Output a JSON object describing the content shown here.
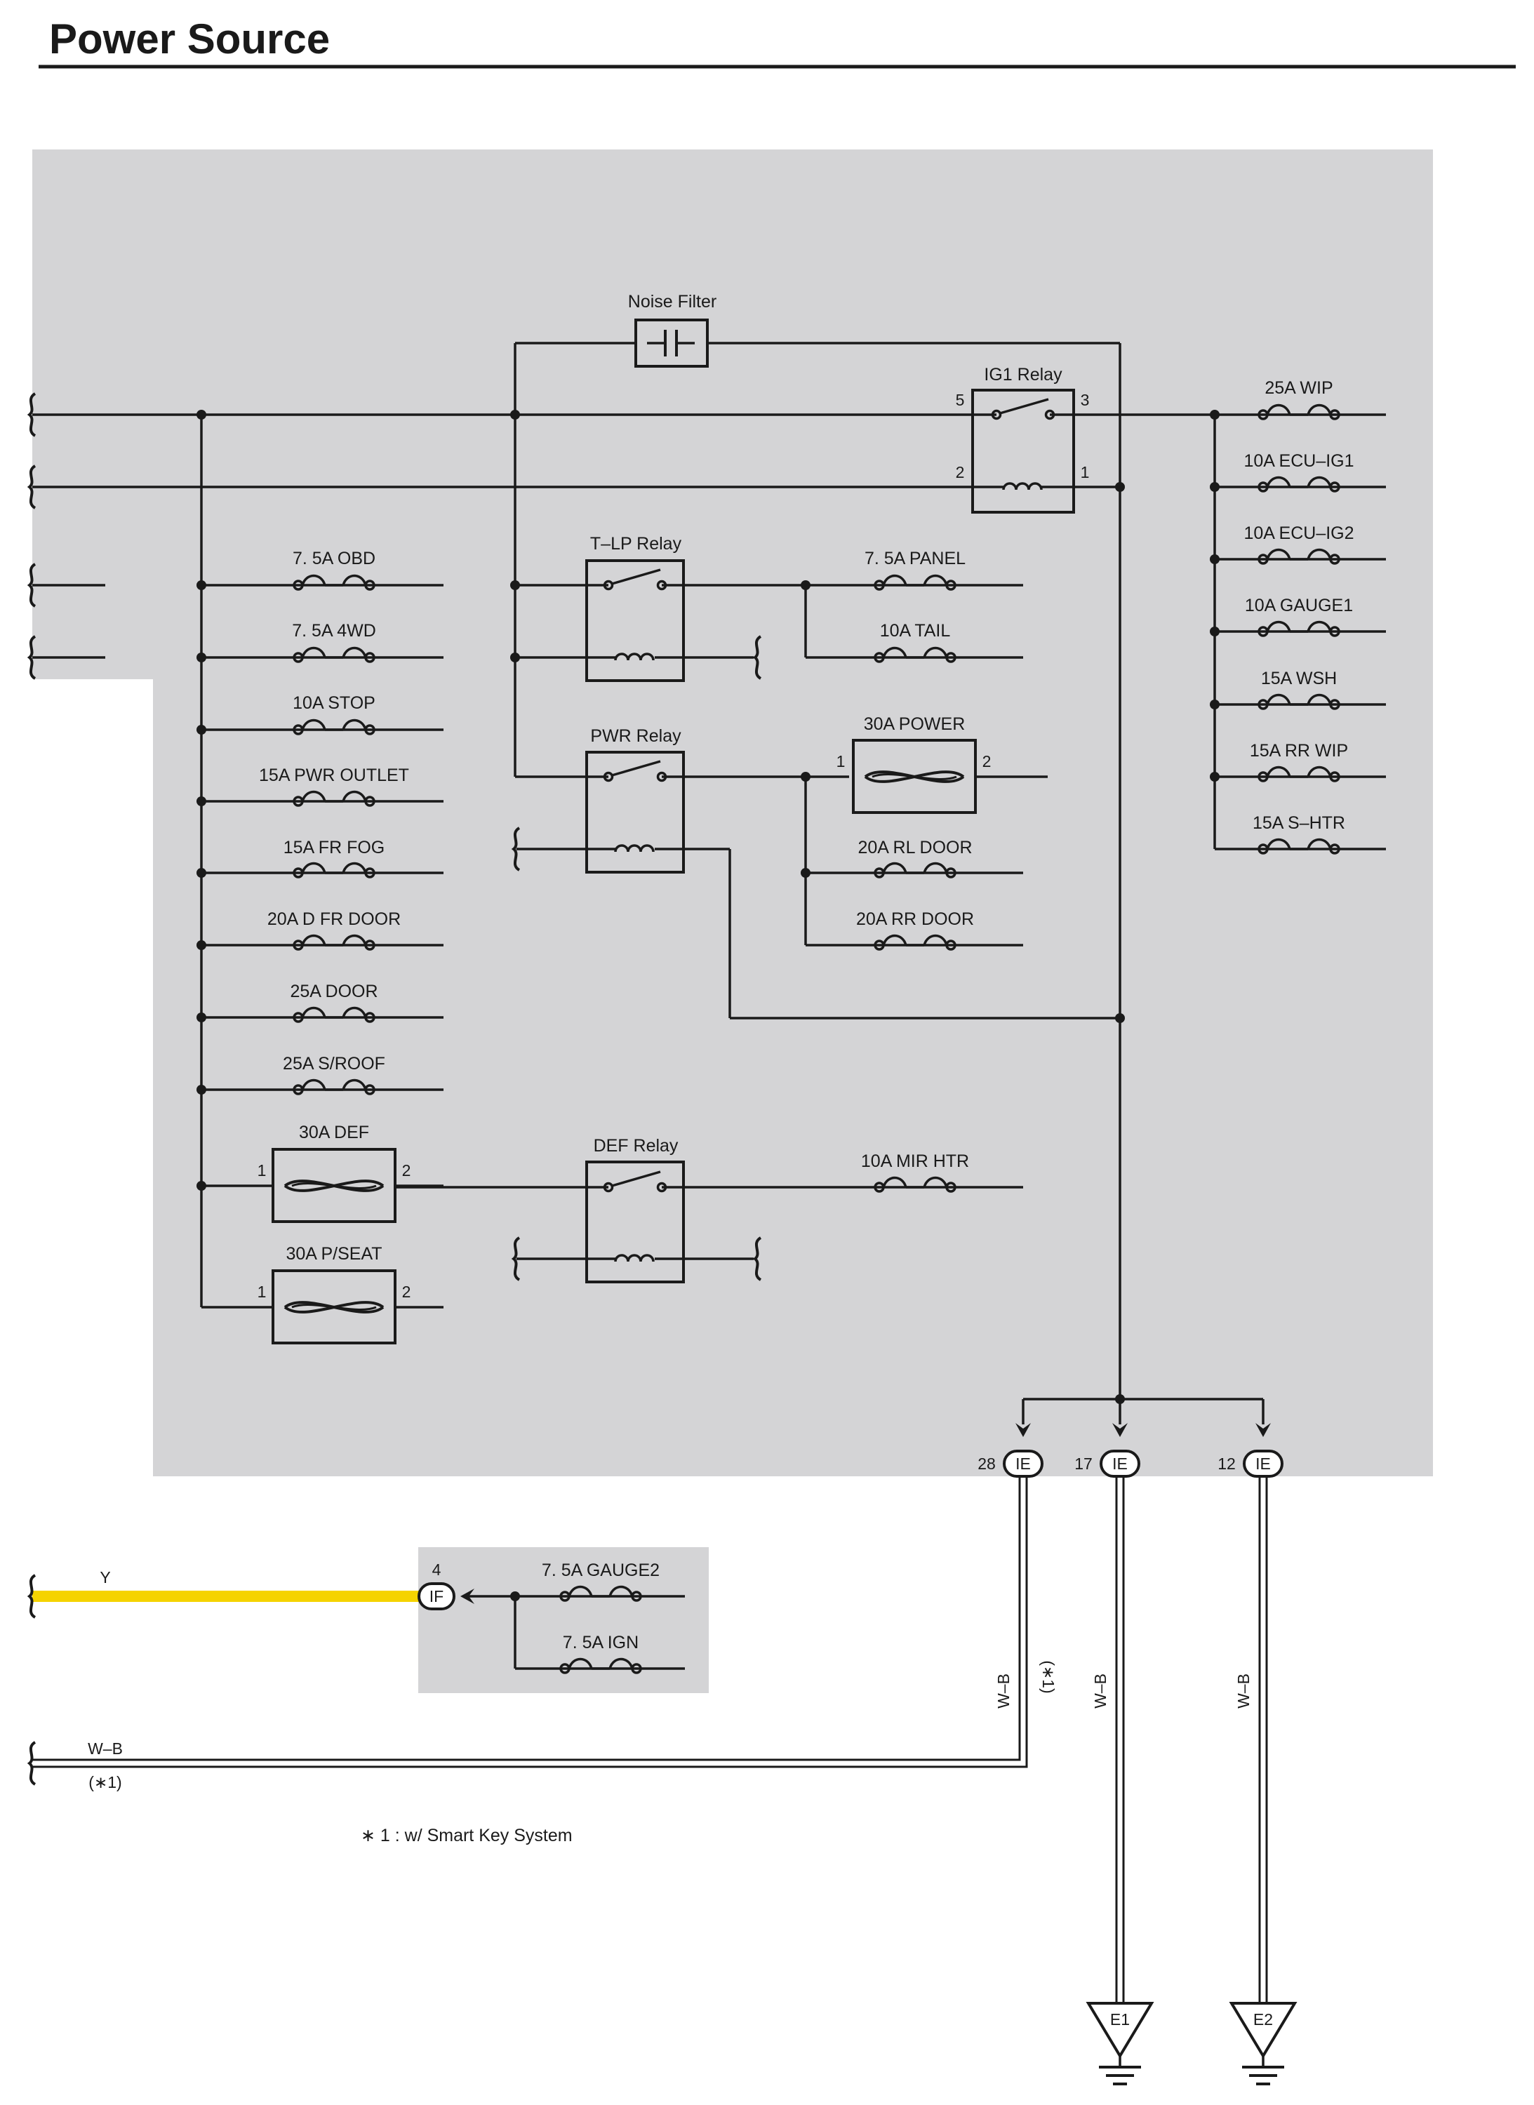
{
  "title": "Power Source",
  "noise_filter": "Noise Filter",
  "relays": {
    "ig1": "IG1 Relay",
    "tlp": "T–LP Relay",
    "pwr": "PWR Relay",
    "def": "DEF Relay"
  },
  "ig1_pins": {
    "p5": "5",
    "p3": "3",
    "p2": "2",
    "p1": "1"
  },
  "left_fuses": [
    "7. 5A OBD",
    "7. 5A 4WD",
    "10A STOP",
    "15A PWR OUTLET",
    "15A FR FOG",
    "20A D FR DOOR",
    "25A DOOR",
    "25A S/ROOF"
  ],
  "fusible_links": {
    "def": {
      "label": "30A DEF",
      "pin1": "1",
      "pin2": "2"
    },
    "pseat": {
      "label": "30A P/SEAT",
      "pin1": "1",
      "pin2": "2"
    },
    "power": {
      "label": "30A POWER",
      "pin1": "1",
      "pin2": "2"
    }
  },
  "middle_fuses": {
    "panel": "7. 5A PANEL",
    "tail": "10A TAIL",
    "rl_door": "20A RL DOOR",
    "rr_door": "20A RR DOOR",
    "mir_htr": "10A MIR HTR"
  },
  "right_fuses": [
    "25A WIP",
    "10A ECU–IG1",
    "10A ECU–IG2",
    "10A GAUGE1",
    "15A WSH",
    "15A RR WIP",
    "15A S–HTR"
  ],
  "connectors": {
    "ie": "IE",
    "ie_pins": [
      "28",
      "17",
      "12"
    ],
    "if_name": "IF",
    "if_pin": "4"
  },
  "sub_fuses": [
    "7. 5A GAUGE2",
    "7. 5A IGN"
  ],
  "wires": {
    "y": "Y",
    "wb": "W–B",
    "star1": "(∗1)"
  },
  "grounds": [
    "E1",
    "E2"
  ],
  "footnote": "∗ 1 : w/ Smart Key System",
  "colors": {
    "panel_gray": "#d4d4d6",
    "wire": "#1a1a1a",
    "yellow_wire": "#f5d300"
  }
}
